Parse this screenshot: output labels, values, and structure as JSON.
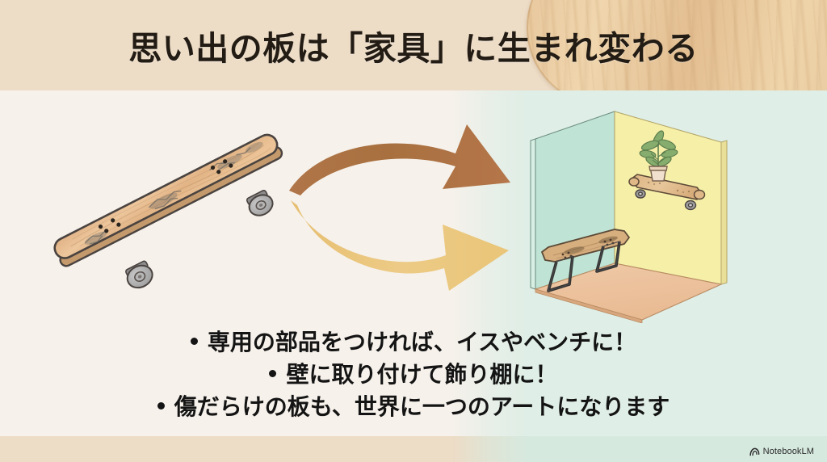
{
  "slide": {
    "title": "思い出の板は「家具」に生まれ変わる",
    "bullets": [
      "専用の部品をつければ、イスやベンチに！",
      "壁に取り付けて飾り棚に！",
      "傷だらけの板も、世界に一つのアートになります"
    ],
    "watermark": "NotebookLM"
  },
  "colors": {
    "header_band": "#EDDCC6",
    "background_left": "#F6F1EB",
    "background_right": "#DFEEE6",
    "title_text": "#231C14",
    "bullet_text": "#141414",
    "arrow_top": "#B5754A",
    "arrow_bottom": "#E9C578",
    "room_wall_left": "#BFE3D4",
    "room_wall_right": "#F6EFA8",
    "room_floor": "#EDC3A0",
    "deck_wood": "#E3BE91",
    "bench_legs": "#333333",
    "plant_leaf": "#7FA86B"
  },
  "illustrations": {
    "old_skateboard": "worn-skateboard-deck-with-wheels",
    "arrow_upper": "curved-arrow-right-brown",
    "arrow_lower": "curved-arrow-right-gold",
    "room_scene": "isometric-room-with-skateboard-bench-and-shelf",
    "bench": "skateboard-bench-with-black-metal-legs",
    "shelf": "wall-mounted-skateboard-shelf",
    "plant": "potted-plant",
    "header_deck": "wooden-skateboard-deck-shape"
  }
}
